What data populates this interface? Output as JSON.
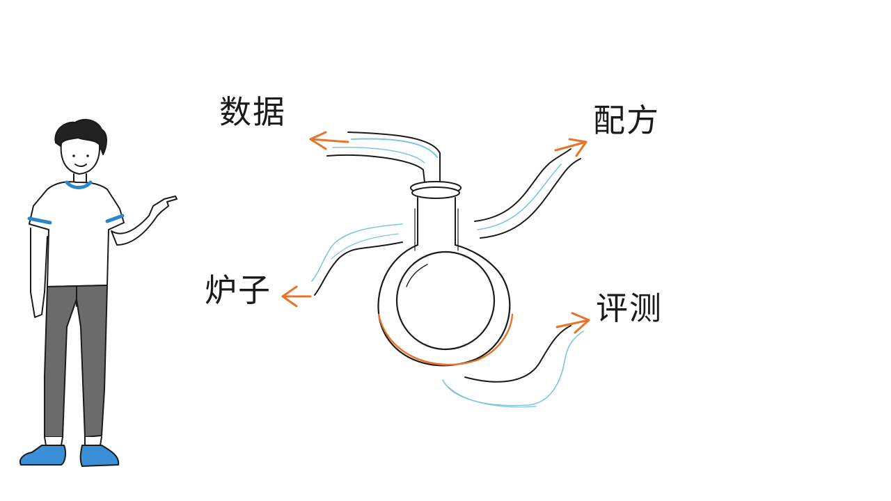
{
  "labels": {
    "data": "数据",
    "recipe": "配方",
    "furnace": "炉子",
    "evaluation": "评测"
  },
  "colors": {
    "ink": "#1a1a1a",
    "arrow": "#e8732a",
    "flow_highlight": "#7cc6dc",
    "flask_heat": "#e8732a",
    "shirt_trim": "#2b86c9",
    "pants": "#6b6b6b",
    "shoes": "#3a8fd6"
  },
  "icons": [
    "person-pointing-icon",
    "round-bottom-flask-icon",
    "arrow-icon"
  ]
}
